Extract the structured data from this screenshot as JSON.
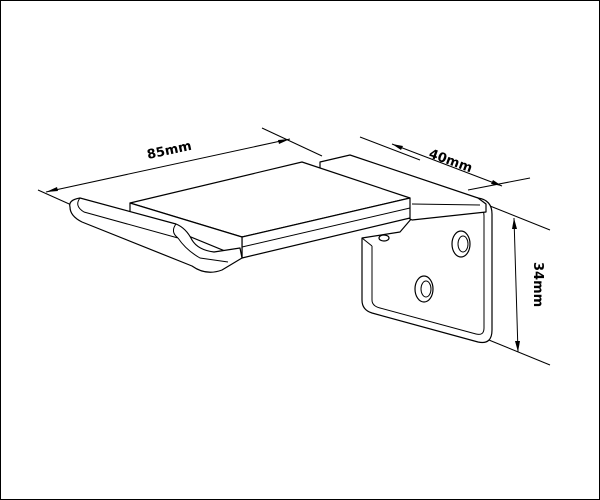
{
  "dimensions": {
    "width_label": "85mm",
    "depth_label": "40mm",
    "height_label": "34mm"
  },
  "colors": {
    "line": "#000000",
    "fill": "#ffffff",
    "background": "#ffffff"
  }
}
